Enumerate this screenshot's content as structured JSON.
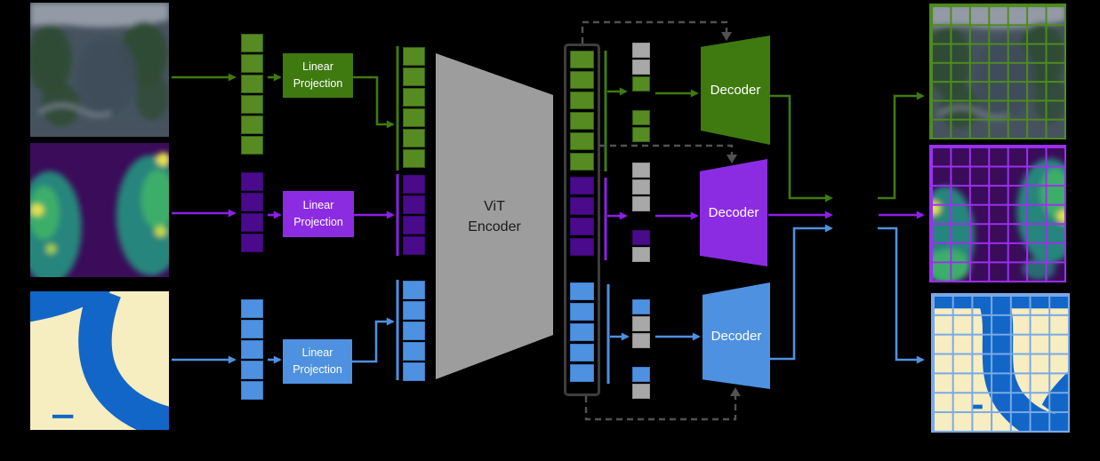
{
  "figure": {
    "description_labels": {
      "vit_encoder": "ViT\nEncoder"
    },
    "encoder_fill": "#9d9d9d",
    "output_box_outline": "#3d3d3d",
    "dashed_connector_color": "#525252",
    "background": "#000000"
  },
  "rows": [
    {
      "id": "green",
      "accent": "#3e7a10",
      "token_fill": "#568b22",
      "grid_color": "#4e8b1f",
      "linear_projection": "Linear\nProjection",
      "decoder": "Decoder",
      "encoder_patch_count": 6,
      "masked_sequence": [
        "gray",
        "gray",
        "green",
        "gap",
        "green",
        "green"
      ]
    },
    {
      "id": "purple",
      "accent": "#8c1fe8",
      "token_fill": "#4a0a8c",
      "grid_color": "#9b30f0",
      "linear_projection": "Linear\nProjection",
      "decoder": "Decoder",
      "encoder_patch_count": 4,
      "masked_sequence": [
        "gray",
        "gray",
        "gray",
        "gap",
        "purple",
        "gray"
      ]
    },
    {
      "id": "blue",
      "accent": "#4e91e0",
      "token_fill": "#4e91e0",
      "grid_color": "#7aa9e6",
      "linear_projection": "Linear\nProjection",
      "decoder": "Decoder",
      "encoder_patch_count": 5,
      "masked_sequence": [
        "blue",
        "gray",
        "gray",
        "gap",
        "blue",
        "gray"
      ]
    }
  ]
}
